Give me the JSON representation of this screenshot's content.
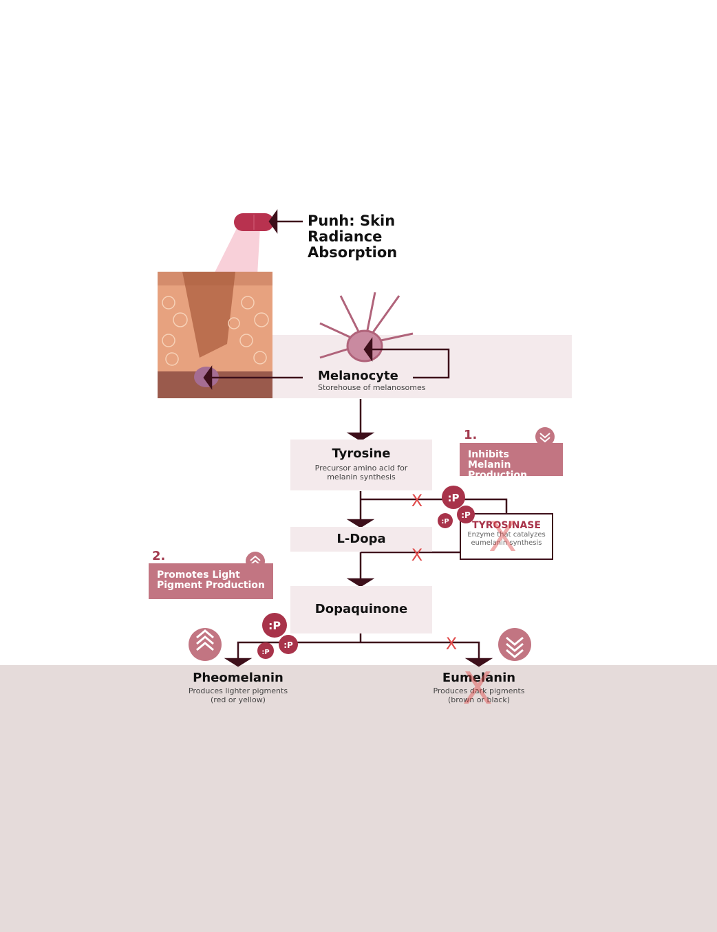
{
  "title": "Punh: Skin Radiance Absorption",
  "melanocyte": {
    "title": "Melanocyte",
    "subtitle": "Storehouse of melanosomes"
  },
  "tyrosine": {
    "title": "Tyrosine",
    "subtitle": "Precursor amino acid for melanin synthesis"
  },
  "ldopa": {
    "title": "L-Dopa"
  },
  "dopaquinone": {
    "title": "Dopaquinone"
  },
  "tyrosinase": {
    "title": "TYROSINASE",
    "subtitle": "Enzyme that catalyzes eumelanin synthesis"
  },
  "badge1": {
    "number": "1.",
    "label": "Inhibits Melanin Production"
  },
  "badge2": {
    "number": "2.",
    "label": "Promotes Light Pigment Production"
  },
  "pheomelanin": {
    "title": "Pheomelanin",
    "subtitle": "Produces lighter pigments (red or yellow)"
  },
  "eumelanin": {
    "title": "Eumelanin",
    "subtitle": "Produces dark pigments (brown or black)"
  },
  "icons": {
    "punh_logo": ":P",
    "cross": "X"
  },
  "colors": {
    "line": "#3d0f1a",
    "accent": "#a33b4f",
    "badge": "#c27582",
    "cross": "#e04a4a"
  }
}
